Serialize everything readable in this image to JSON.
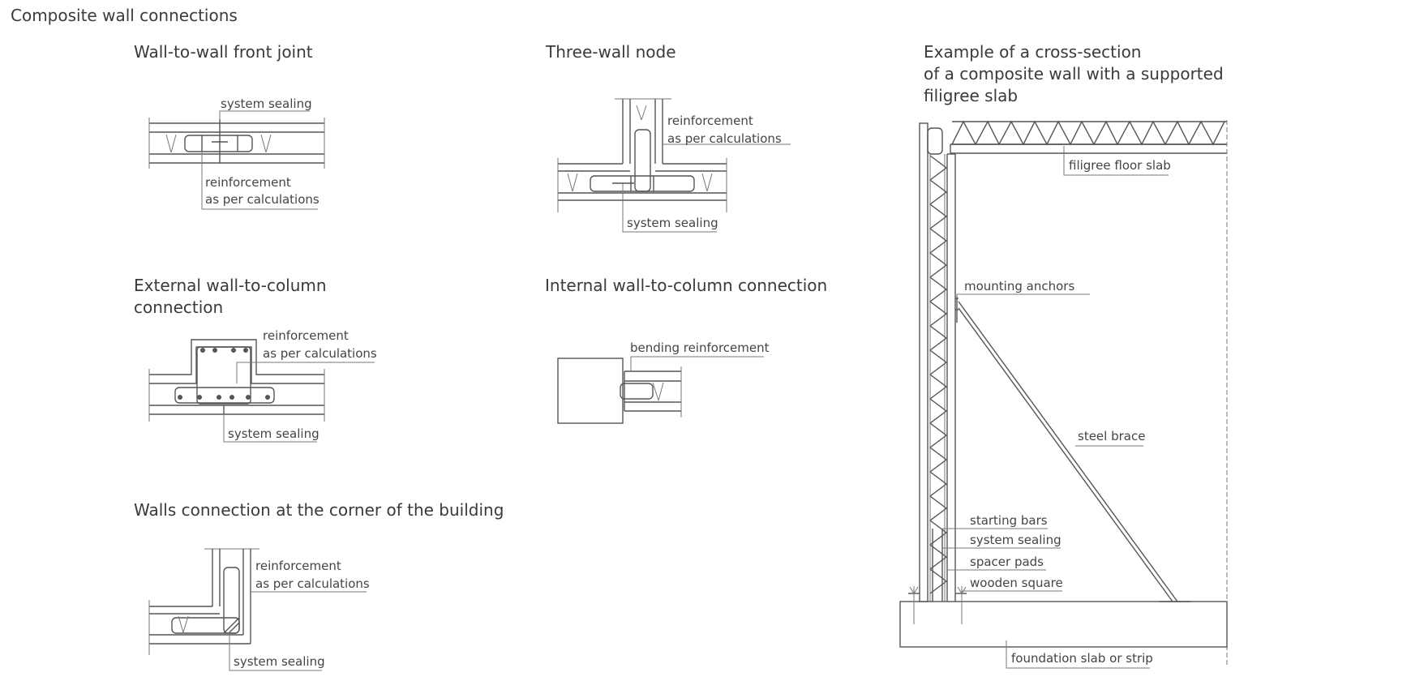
{
  "page_title": "Composite wall connections",
  "sections": {
    "front_joint": {
      "title": "Wall-to-wall front joint",
      "label_sealing": "system sealing",
      "label_reinf_1": "reinforcement",
      "label_reinf_2": "as per calculations"
    },
    "three_wall": {
      "title": "Three-wall node",
      "label_reinf_1": "reinforcement",
      "label_reinf_2": "as per calculations",
      "label_sealing": "system sealing"
    },
    "ext_column": {
      "title_line1": "External wall-to-column",
      "title_line2": "connection",
      "label_reinf_1": "reinforcement",
      "label_reinf_2": "as per calculations",
      "label_sealing": "system sealing"
    },
    "int_column": {
      "title": "Internal wall-to-column connection",
      "label_bending": "bending reinforcement"
    },
    "corner": {
      "title": "Walls connection at the corner of the building",
      "label_reinf_1": "reinforcement",
      "label_reinf_2": "as per calculations",
      "label_sealing": "system sealing"
    },
    "cross_section": {
      "title_line1": "Example of a cross-section",
      "title_line2": "of a composite wall with a supported",
      "title_line3": "filigree slab",
      "label_filigree": "filigree floor slab",
      "label_anchors": "mounting anchors",
      "label_brace": "steel brace",
      "label_starting_bars": "starting bars",
      "label_sealing": "system sealing",
      "label_spacer": "spacer pads",
      "label_wooden": "wooden square",
      "label_foundation": "foundation slab or strip"
    }
  }
}
